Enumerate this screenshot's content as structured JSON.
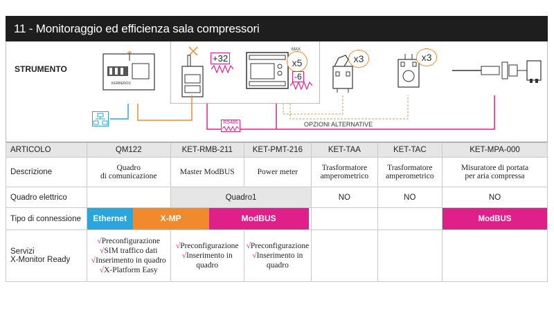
{
  "title": "11 -  Monitoraggio ed efficienza sala compressori",
  "diagram": {
    "strumento_label": "STRUMENTO",
    "plus_badge": "+32",
    "minus_badge": "-6",
    "max_label": "MAX",
    "x5": "x5",
    "x3_a": "x3",
    "x3_b": "x3",
    "rs485": "RS485",
    "opzioni": "OPZIONI ALTERNATIVE",
    "kerberos_label": "KERBEROS"
  },
  "table": {
    "header": {
      "articolo": "ARTICOLO",
      "cols": [
        "QM122",
        "KET-RMB-211",
        "KET-PMT-216",
        "KET-TAA",
        "KET-TAC",
        "KET-MPA-000"
      ]
    },
    "descrizione": {
      "label": "Descrizione",
      "qm122": [
        "Quadro",
        "di comunicazione"
      ],
      "rmb": "Master ModBUS",
      "pmt": "Power meter",
      "taa": [
        "Trasformatore",
        "amperometrico"
      ],
      "tac": [
        "Trasformatore",
        "amperometrico"
      ],
      "mpa": [
        "Misuratore di portata",
        "per aria compressa"
      ]
    },
    "quadro": {
      "label": "Quadro elettrico",
      "rmb_pmt": "Quadro1",
      "taa": "NO",
      "tac": "NO",
      "mpa": "NO"
    },
    "connessione": {
      "label": "Tipo di connessione",
      "ethernet": "Ethernet",
      "xmp": "X-MP",
      "modbus": "ModBUS",
      "modbus_mpa": "ModBUS",
      "colors": {
        "ethernet": "#2aa5de",
        "xmp": "#f08a2c",
        "modbus": "#e0208a"
      }
    },
    "servizi": {
      "label_1": "Servizi",
      "label_2": "X-Monitor Ready",
      "check": "√",
      "qm122": [
        "Preconfigurazione",
        "SIM traffico dati",
        "Inserimento in quadro",
        "X-Platform Easy"
      ],
      "rmb": [
        "Preconfigurazione",
        "Inserimento in",
        "quadro"
      ],
      "pmt": [
        "Preconfigurazione",
        "Inserimento in",
        "quadro"
      ]
    }
  }
}
